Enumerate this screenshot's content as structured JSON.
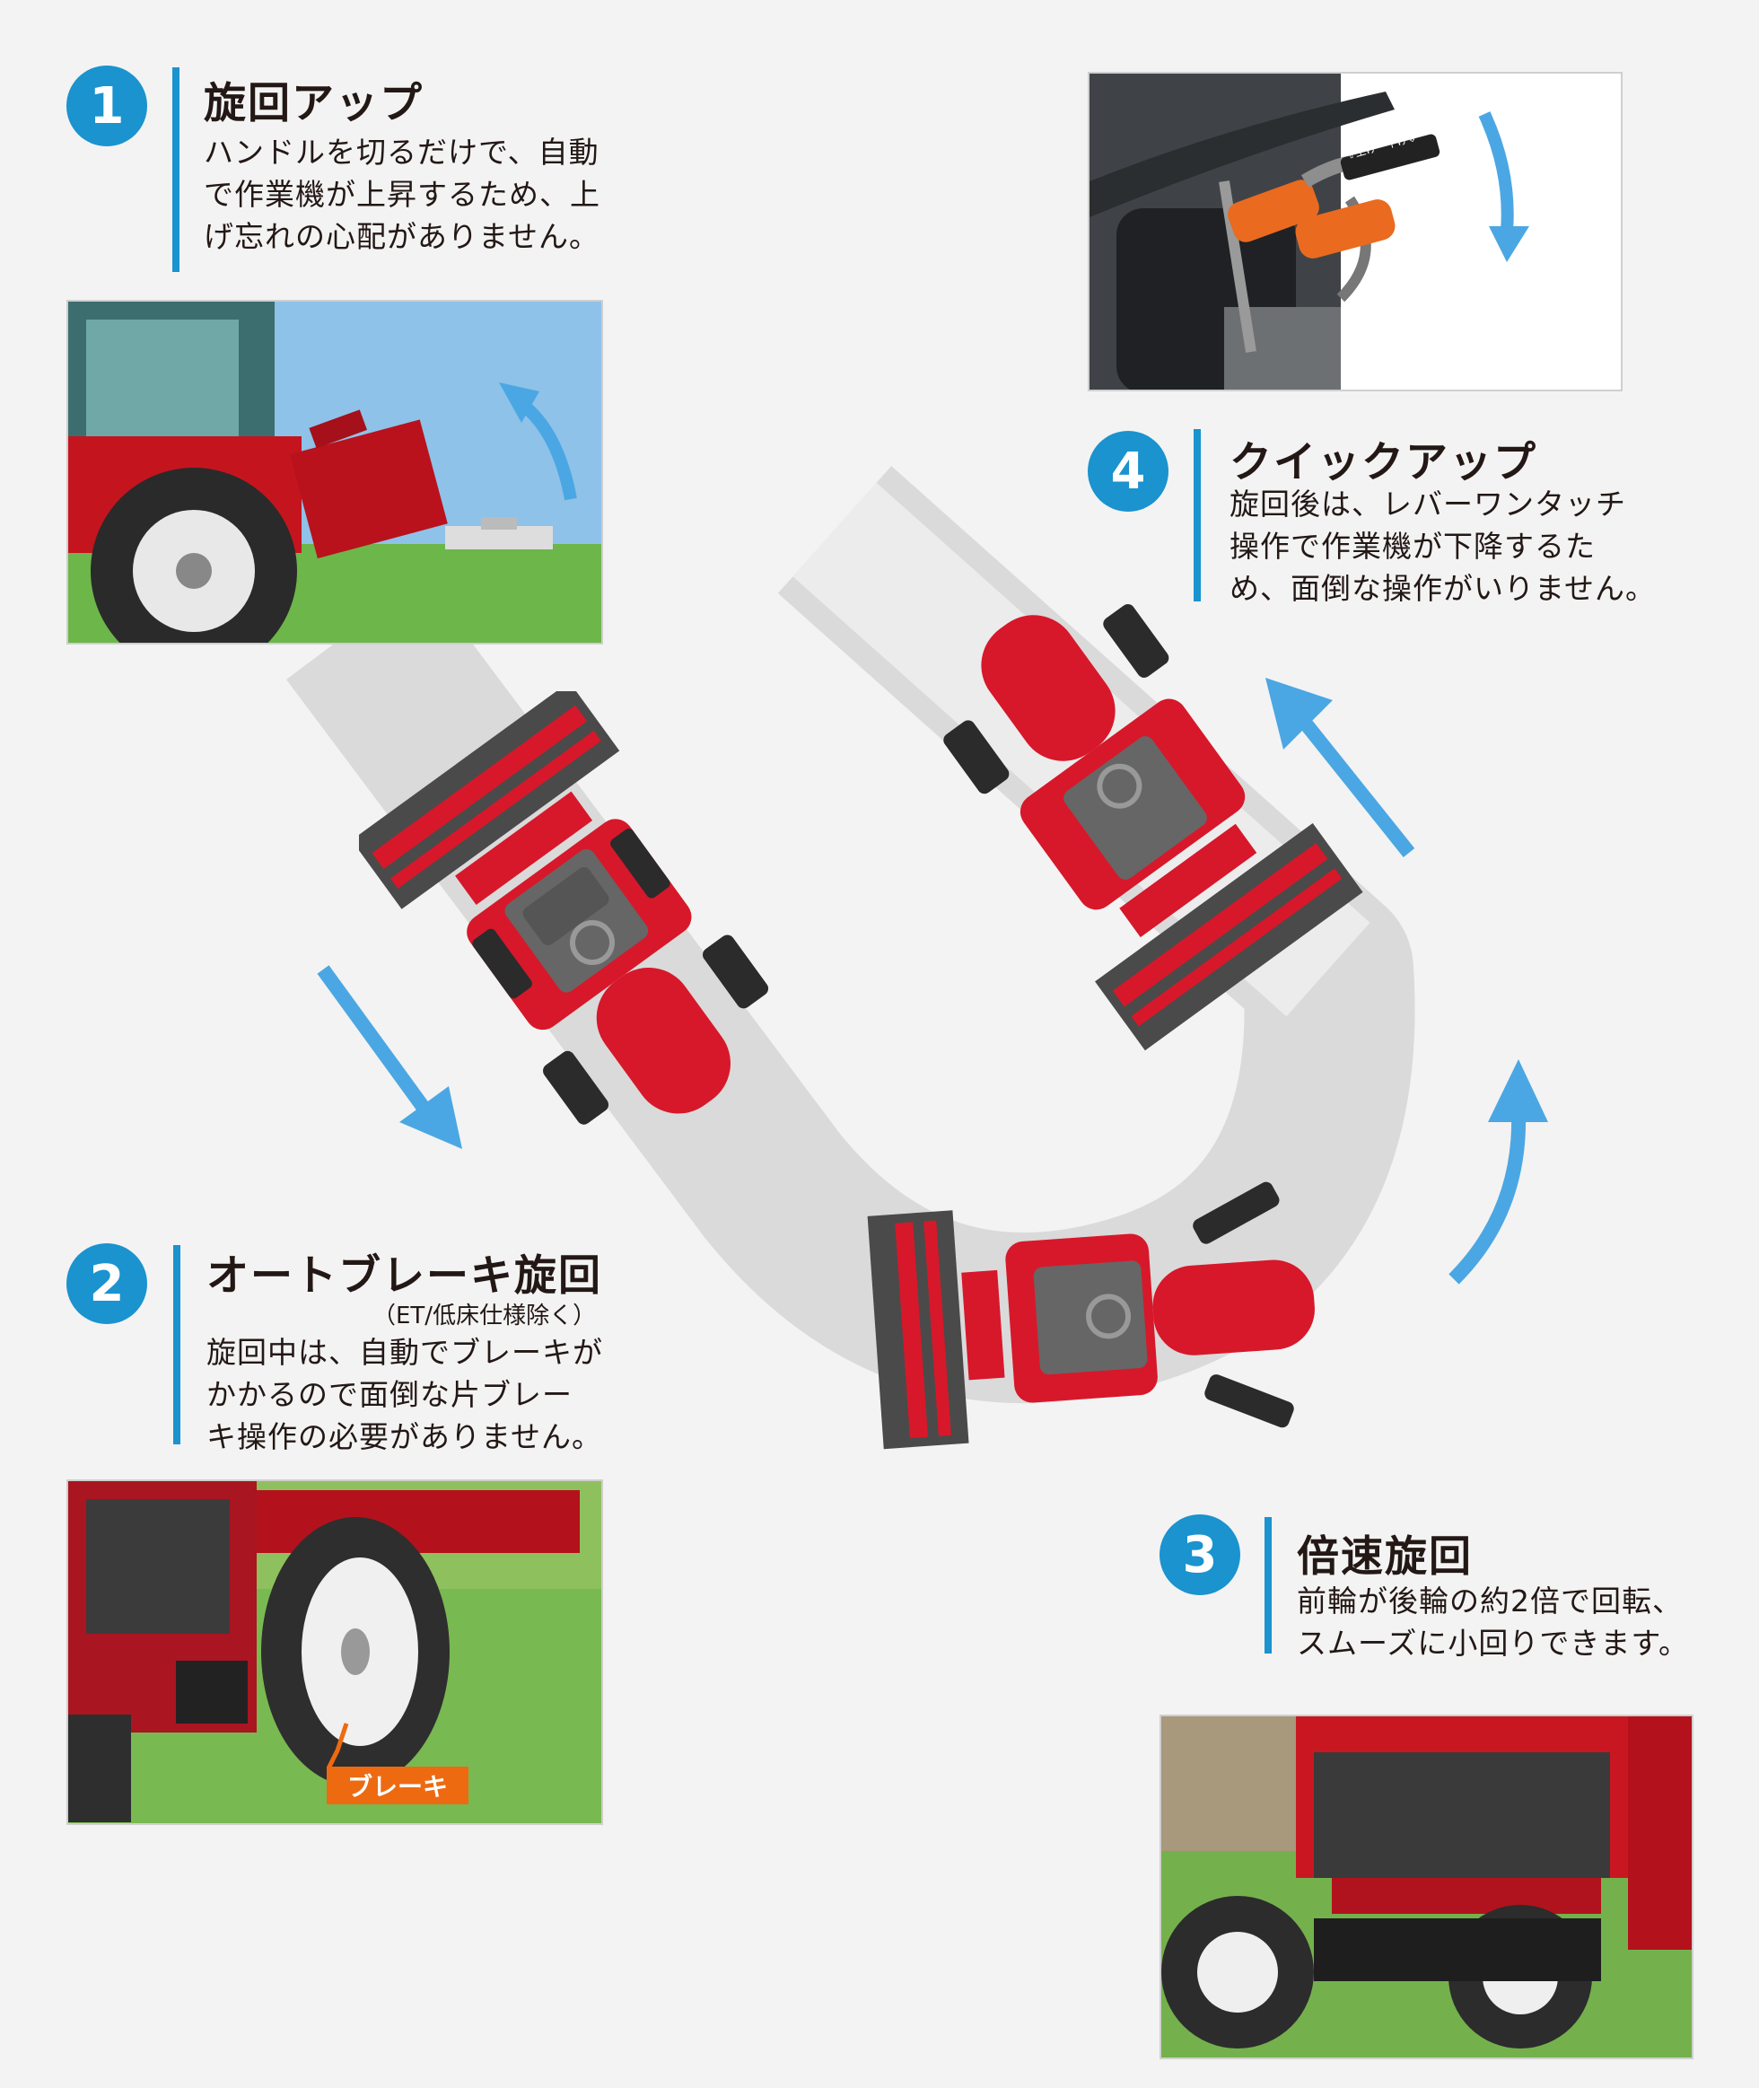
{
  "colors": {
    "accent_blue": "#1a93cf",
    "arrow_blue": "#4ba7e3",
    "tractor_red": "#d7182a",
    "path_gray": "#dcdcdc",
    "brake_orange": "#ee6a11"
  },
  "features": [
    {
      "number": "1",
      "title": "旋回アップ",
      "lines": [
        "ハンドルを切るだけで、自動",
        "で作業機が上昇するため、上",
        "げ忘れの心配がありません。"
      ]
    },
    {
      "number": "2",
      "title": "オートブレーキ旋回",
      "note": "（ET/低床仕様除く）",
      "lines": [
        "旋回中は、自動でブレーキが",
        "かかるので面倒な片ブレー",
        "キ操作の必要がありません。"
      ]
    },
    {
      "number": "3",
      "title": "倍速旋回",
      "lines": [
        "前輪が後輪の約2倍で回転、",
        "スムーズに小回りできます。"
      ]
    },
    {
      "number": "4",
      "title": "クイックアップ",
      "lines": [
        "旋回後は、レバーワンタッチ",
        "操作で作業機が下降するた",
        "め、面倒な操作がいりません。"
      ]
    }
  ],
  "photos": {
    "brake_label": "ブレーキ",
    "lever_label": "⇧上げ・下げ⇩",
    "icons": [
      "arrow-up-icon",
      "arrow-down-icon"
    ]
  }
}
